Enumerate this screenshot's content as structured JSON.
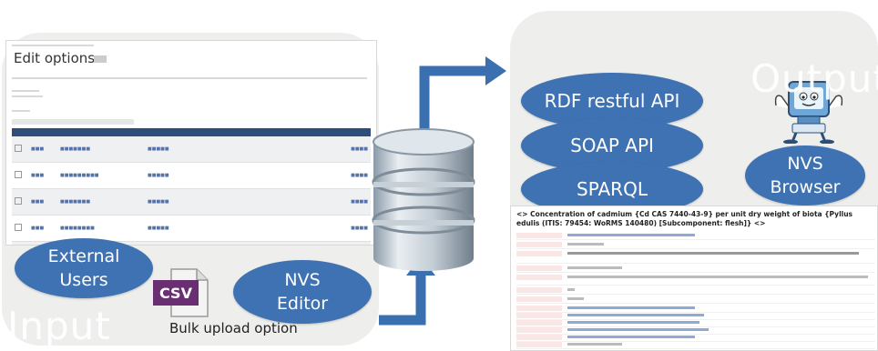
{
  "input": {
    "label": "Input",
    "external_users": "External Users",
    "nvs_editor": "NVS Editor",
    "csv_icon_text": "CSV",
    "bulk_upload": "Bulk upload option"
  },
  "output": {
    "label": "Output",
    "rdf_api": "RDF restful API",
    "soap_api": "SOAP API",
    "sparql": "SPARQL",
    "nvs_browser": "NVS Browser"
  },
  "edit_screenshot": {
    "title": "Edit options",
    "nvs_title": "<> Concentration of cadmium {Cd CAS 7440-43-9} per unit dry weight of biota {Pyllus edulis (ITIS: 79454: WoRMS 140480) [Subcomponent: flesh]} <>"
  },
  "colors": {
    "ellipse": "#3f72b3",
    "panel": "#eeeeec",
    "arrow": "#3a6fb0",
    "csv_badge": "#6a2f72"
  },
  "icons": [
    "database-icon",
    "csv-file-icon",
    "computer-mascot-icon",
    "arrow-icon"
  ]
}
